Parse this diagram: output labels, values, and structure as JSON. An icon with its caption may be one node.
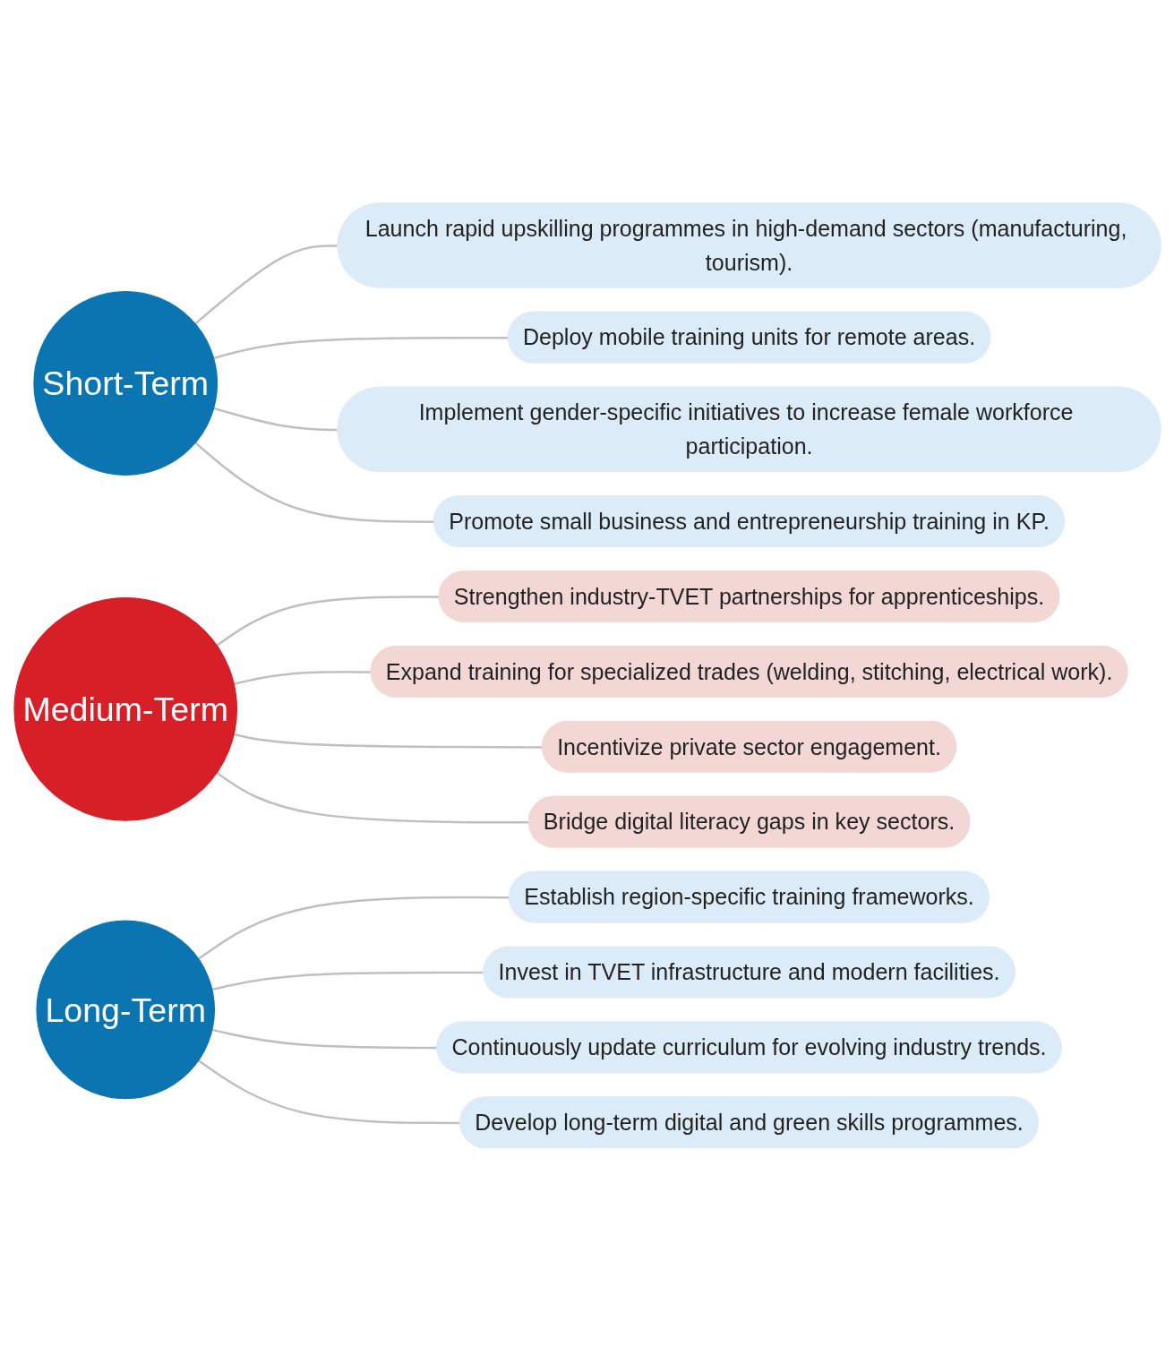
{
  "diagram": {
    "nodes": [
      {
        "text": [
          "Short-Term"
        ]
      },
      {
        "text": [
          "Launch rapid upskilling programmes in high-demand sectors (manufacturing, tourism)."
        ]
      },
      {
        "text": [
          "Deploy mobile training units for remote areas."
        ]
      },
      {
        "text": [
          "Implement gender-specific initiatives to increase female workforce participation."
        ]
      },
      {
        "text": [
          "Promote small business and entrepreneurship training in KP."
        ]
      },
      {
        "text": [
          "Medium-Term"
        ]
      },
      {
        "text": [
          "Strengthen industry-TVET partnerships for apprenticeships."
        ]
      },
      {
        "text": [
          "Expand training for specialized trades (welding, stitching, electrical work)."
        ]
      },
      {
        "text": [
          "Incentivize private sector engagement."
        ]
      },
      {
        "text": [
          "Bridge digital literacy gaps in key sectors."
        ]
      },
      {
        "text": [
          "Long-Term"
        ]
      },
      {
        "text": [
          "Establish region-specific training frameworks."
        ]
      },
      {
        "text": [
          "Invest in TVET infrastructure and modern facilities."
        ]
      },
      {
        "text": [
          "Continuously update curriculum for evolving industry trends."
        ]
      },
      {
        "text": [
          "Develop long-term digital and green skills programmes."
        ]
      }
    ],
    "edges": [
      {
        "from": 0,
        "to": 1,
        "arrow": "none"
      },
      {
        "from": 0,
        "to": 2,
        "arrow": "none"
      },
      {
        "from": 0,
        "to": 3,
        "arrow": "none"
      },
      {
        "from": 0,
        "to": 4,
        "arrow": "none"
      },
      {
        "from": 5,
        "to": 6,
        "arrow": "none"
      },
      {
        "from": 5,
        "to": 7,
        "arrow": "none"
      },
      {
        "from": 5,
        "to": 8,
        "arrow": "none"
      },
      {
        "from": 5,
        "to": 9,
        "arrow": "none"
      },
      {
        "from": 10,
        "to": 11,
        "arrow": "none"
      },
      {
        "from": 10,
        "to": 12,
        "arrow": "none"
      },
      {
        "from": 10,
        "to": 13,
        "arrow": "none"
      },
      {
        "from": 10,
        "to": 14,
        "arrow": "none"
      }
    ]
  }
}
